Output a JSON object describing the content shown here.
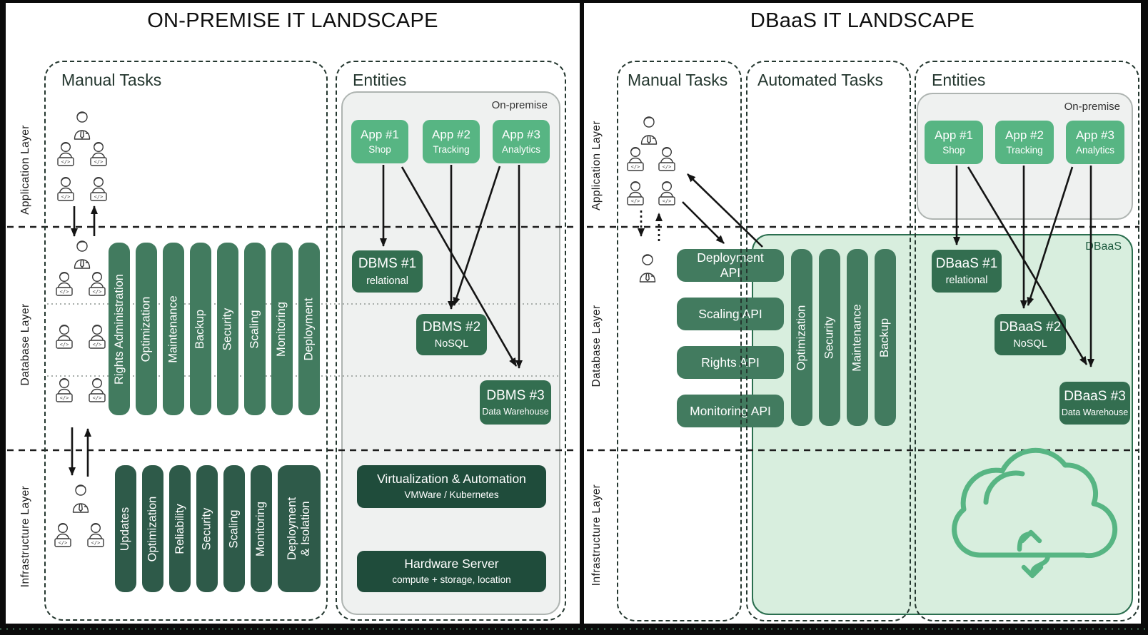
{
  "colors": {
    "app_green": "#57b583",
    "task_green": "#427b5f",
    "dbms_green": "#336e50",
    "infra_green": "#2e5a49",
    "darkest_green": "#1f4c3b",
    "cloud_fill": "#d8eede",
    "cloud_border": "#2b6f4f",
    "onprem_gray": "#eff1f0",
    "cloud_icon_stroke": "#57b583",
    "arrow": "#141414"
  },
  "left": {
    "title": "ON-PREMISE IT LANDSCAPE",
    "layers": [
      "Application Layer",
      "Database Layer",
      "Infrastructure Layer"
    ],
    "sections": {
      "manual": "Manual Tasks",
      "entities": "Entities"
    },
    "env_label": "On-premise",
    "apps": [
      {
        "name": "App #1",
        "sub": "Shop"
      },
      {
        "name": "App #2",
        "sub": "Tracking"
      },
      {
        "name": "App #3",
        "sub": "Analytics"
      }
    ],
    "dbms": [
      {
        "name": "DBMS #1",
        "sub": "relational"
      },
      {
        "name": "DBMS #2",
        "sub": "NoSQL"
      },
      {
        "name": "DBMS #3",
        "sub": "Data Warehouse"
      }
    ],
    "db_manual_tasks": [
      "Rights Administration",
      "Optimization",
      "Maintenance",
      "Backup",
      "Security",
      "Scaling",
      "Monitoring",
      "Deployment"
    ],
    "infra_manual_tasks": [
      "Updates",
      "Optimization",
      "Reliability",
      "Security",
      "Scaling",
      "Monitoring",
      "Deployment & Isolation"
    ],
    "infra_entities": [
      {
        "name": "Virtualization & Automation",
        "sub": "VMWare / Kubernetes"
      },
      {
        "name": "Hardware Server",
        "sub": "compute + storage, location"
      }
    ],
    "connections": [
      {
        "from": "App #1",
        "to": "DBMS #1"
      },
      {
        "from": "App #2",
        "to": "DBMS #2"
      },
      {
        "from": "App #3",
        "to": "DBMS #2"
      },
      {
        "from": "App #1",
        "to": "DBMS #3"
      },
      {
        "from": "App #3",
        "to": "DBMS #3"
      },
      {
        "from": "application teams",
        "to": "database teams",
        "type": "manual two-way"
      },
      {
        "from": "database teams",
        "to": "infrastructure teams",
        "type": "manual two-way"
      }
    ]
  },
  "right": {
    "title": "DBaaS IT LANDSCAPE",
    "layers": [
      "Application Layer",
      "Database Layer",
      "Infrastructure Layer"
    ],
    "sections": {
      "manual": "Manual Tasks",
      "automated": "Automated Tasks",
      "entities": "Entities"
    },
    "env_label": "On-premise",
    "cloud_label": "DBaaS",
    "apps": [
      {
        "name": "App #1",
        "sub": "Shop"
      },
      {
        "name": "App #2",
        "sub": "Tracking"
      },
      {
        "name": "App #3",
        "sub": "Analytics"
      }
    ],
    "dbaas": [
      {
        "name": "DBaaS #1",
        "sub": "relational"
      },
      {
        "name": "DBaaS #2",
        "sub": "NoSQL"
      },
      {
        "name": "DBaaS #3",
        "sub": "Data Warehouse"
      }
    ],
    "apis": [
      "Deployment API",
      "Scaling API",
      "Rights API",
      "Monitoring API"
    ],
    "automated_tasks": [
      "Optimization",
      "Security",
      "Maintenance",
      "Backup"
    ],
    "connections": [
      {
        "from": "App #1",
        "to": "DBaaS #1"
      },
      {
        "from": "App #2",
        "to": "DBaaS #2"
      },
      {
        "from": "App #3",
        "to": "DBaaS #2"
      },
      {
        "from": "App #1",
        "to": "DBaaS #3"
      },
      {
        "from": "App #3",
        "to": "DBaaS #3"
      },
      {
        "from": "developers",
        "to": "Deployment API",
        "type": "two-way"
      },
      {
        "from": "developers",
        "to": "database admin",
        "type": "reduced manual two-way"
      }
    ]
  }
}
